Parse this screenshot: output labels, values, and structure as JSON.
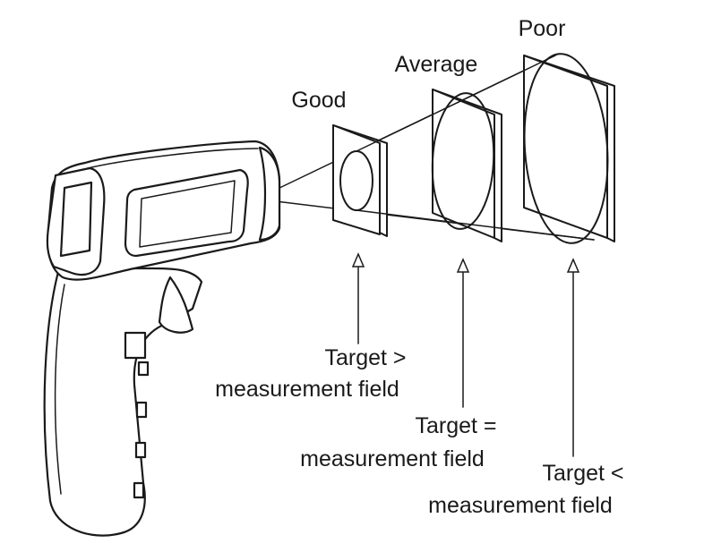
{
  "quality_labels": {
    "good": "Good",
    "average": "Average",
    "poor": "Poor"
  },
  "target_labels": {
    "greater": {
      "line1": "Target >",
      "line2": "measurement field"
    },
    "equal": {
      "line1": "Target =",
      "line2": "measurement field"
    },
    "less": {
      "line1": "Target <",
      "line2": "measurement field"
    }
  },
  "colors": {
    "ink": "#1a1a1a",
    "background": "#ffffff"
  }
}
